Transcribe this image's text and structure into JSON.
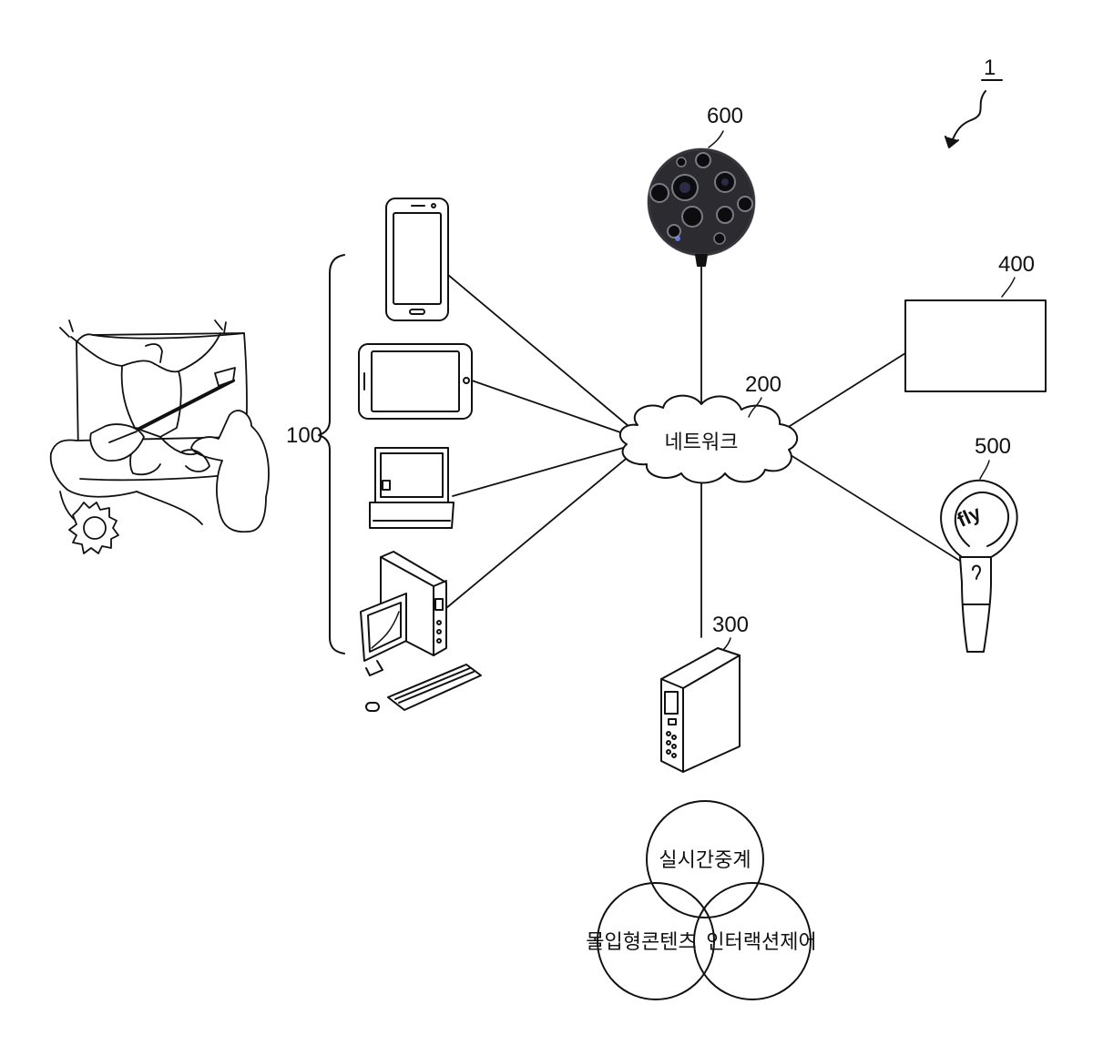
{
  "figure_ref": "1",
  "network": {
    "ref": "200",
    "label": "네트워크"
  },
  "user_terminals": {
    "ref": "100"
  },
  "server": {
    "ref": "300"
  },
  "display": {
    "ref": "400"
  },
  "lightstick": {
    "ref": "500",
    "logo": "fly"
  },
  "camera": {
    "ref": "600"
  },
  "services": {
    "items": [
      "실시간중계",
      "몰입형콘텐츠",
      "인터랙션제어"
    ]
  }
}
